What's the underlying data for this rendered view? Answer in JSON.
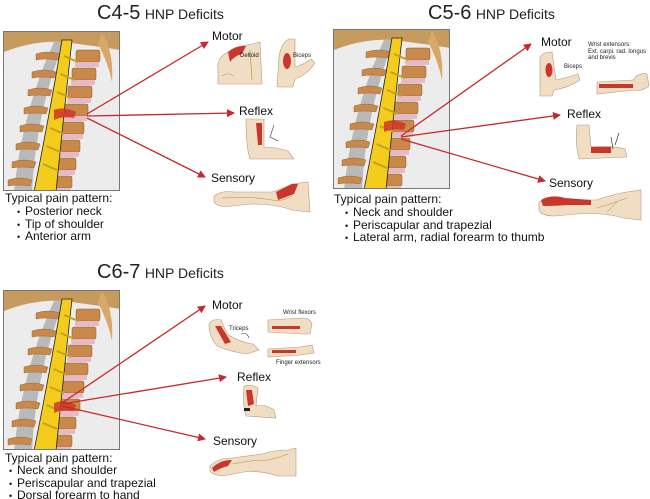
{
  "colors": {
    "arrow": "#c8282b",
    "skin": "#f1dcc4",
    "muscle": "#c9372c",
    "cord": "#f3cc1d",
    "bone": "#c8894a",
    "disc": "#e6b8c8"
  },
  "panels": [
    {
      "id": "c4-5",
      "level": "C4-5",
      "title_rest": "HNP Deficits",
      "pain_heading": "Typical pain pattern:",
      "pain_items": [
        "Posterior neck",
        "Tip of shoulder",
        "Anterior arm"
      ],
      "labels": {
        "motor": "Motor",
        "reflex": "Reflex",
        "sensory": "Sensory"
      },
      "muscle_labels": [
        "Deltoid",
        "Biceps"
      ]
    },
    {
      "id": "c5-6",
      "level": "C5-6",
      "title_rest": "HNP Deficits",
      "pain_heading": "Typical pain pattern:",
      "pain_items": [
        "Neck and shoulder",
        "Periscapular and trapezial",
        "Lateral arm, radial forearm to thumb"
      ],
      "labels": {
        "motor": "Motor",
        "reflex": "Reflex",
        "sensory": "Sensory"
      },
      "muscle_labels": [
        "Biceps",
        "Wrist extensors:",
        "Ext. carpi. rad. longus",
        "and brevis"
      ]
    },
    {
      "id": "c6-7",
      "level": "C6-7",
      "title_rest": "HNP Deficits",
      "pain_heading": "Typical pain pattern:",
      "pain_items": [
        "Neck and shoulder",
        "Periscapular and trapezial",
        "Dorsal forearm to hand"
      ],
      "labels": {
        "motor": "Motor",
        "reflex": "Reflex",
        "sensory": "Sensory"
      },
      "muscle_labels": [
        "Triceps",
        "Wrist flexors",
        "Finger extensors"
      ]
    }
  ]
}
